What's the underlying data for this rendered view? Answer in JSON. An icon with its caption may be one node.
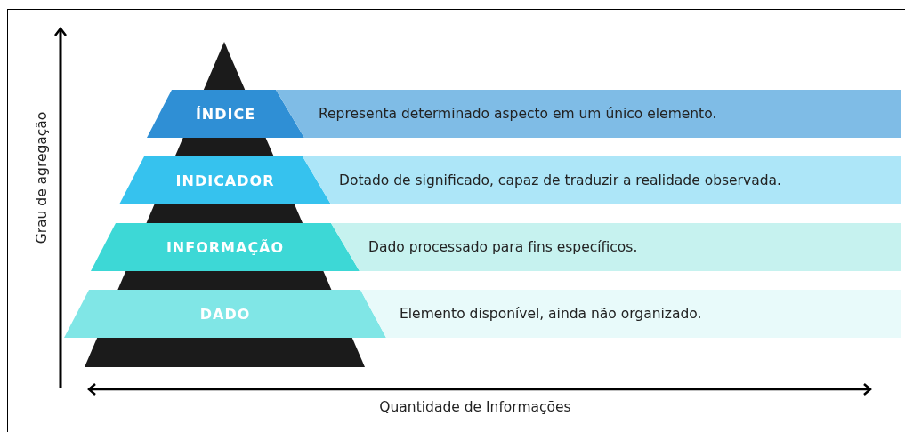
{
  "diagram": {
    "nodes": [
      {
        "text": [
          "ÍNDICE"
        ]
      },
      {
        "text": [
          "Representa determinado aspecto em um único elemento."
        ]
      },
      {
        "text": [
          "INDICADOR"
        ]
      },
      {
        "text": [
          "Dotado de significado, capaz de traduzir a realidade observada."
        ]
      },
      {
        "text": [
          "INFORMAÇÃO"
        ]
      },
      {
        "text": [
          "Dado processado para fins específicos."
        ]
      },
      {
        "text": [
          "DADO"
        ]
      },
      {
        "text": [
          "Elemento disponível, ainda não organizado."
        ]
      }
    ],
    "edges": [],
    "labels": [
      "Grau de agregação",
      "Quantidade de Informações"
    ]
  }
}
